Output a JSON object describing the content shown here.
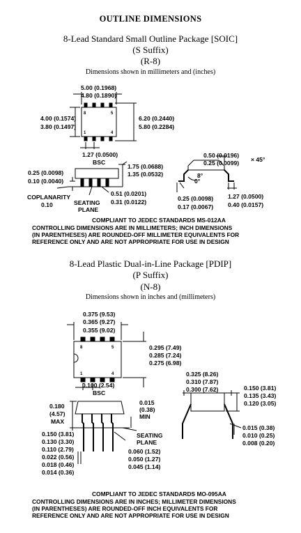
{
  "title": "OUTLINE DIMENSIONS",
  "soic": {
    "heading": "8-Lead Standard Small Outline Package [SOIC]",
    "suffix": "(S Suffix)",
    "code": "(R-8)",
    "units_note": "Dimensions shown in millimeters and (inches)",
    "dims": {
      "len_max": "5.00 (0.1968)",
      "len_min": "4.80 (0.1890)",
      "w_max": "4.00 (0.1574)",
      "w_min": "3.80 (0.1497)",
      "ow_max": "6.20 (0.2440)",
      "ow_min": "5.80 (0.2284)",
      "pitch": "1.27 (0.0500)",
      "bsc": "BSC",
      "ht_max": "1.75 (0.0688)",
      "ht_min": "1.35 (0.0532)",
      "st_max": "0.25 (0.0098)",
      "st_min": "0.10 (0.0040)",
      "coplanarity": "COPLANARITY",
      "coplanarity_val": "0.10",
      "seating1": "SEATING",
      "seating2": "PLANE",
      "lead_w_max": "0.51 (0.0201)",
      "lead_w_min": "0.31 (0.0122)",
      "chamf_max": "0.50 (0.0196)",
      "chamf_min": "0.25 (0.0099)",
      "chamf_angle": "× 45°",
      "ang_max": "8°",
      "ang_min": "0°",
      "lt_max": "0.25 (0.0098)",
      "lt_min": "0.17 (0.0067)",
      "foot_max": "1.27 (0.0500)",
      "foot_min": "0.40 (0.0157)",
      "pin8": "8",
      "pin5": "5",
      "pin1": "1",
      "pin4": "4"
    },
    "compliance": "COMPLIANT TO JEDEC STANDARDS MS-012AA",
    "note1": "CONTROLLING DIMENSIONS ARE IN MILLIMETERS; INCH DIMENSIONS",
    "note2": "(IN PARENTHESES) ARE ROUNDED-OFF MILLIMETER EQUIVALENTS FOR",
    "note3": "REFERENCE ONLY AND ARE NOT APPROPRIATE FOR USE IN DESIGN"
  },
  "pdip": {
    "heading": "8-Lead Plastic Dual-in-Line Package [PDIP]",
    "suffix": "(P Suffix)",
    "code": "(N-8)",
    "units_note": "Dimensions shown in inches and (millimeters)",
    "dims": {
      "len_max": "0.375 (9.53)",
      "len_nom": "0.365 (9.27)",
      "len_min": "0.355 (9.02)",
      "w_max": "0.295 (7.49)",
      "w_nom": "0.285 (7.24)",
      "w_min": "0.275 (6.98)",
      "pitch": "0.100 (2.54)",
      "bsc": "BSC",
      "h1": "0.180",
      "h2": "(4.57)",
      "h3": "MAX",
      "min_off": "0.015",
      "min_off_mm": "(0.38)",
      "min_word": "MIN",
      "seating1": "SEATING",
      "seating2": "PLANE",
      "tip_max": "0.150 (3.81)",
      "tip_nom": "0.130 (3.30)",
      "tip_min": "0.110 (2.79)",
      "lead_max": "0.022 (0.56)",
      "lead_nom": "0.018 (0.46)",
      "lead_min": "0.014 (0.36)",
      "shoulder_max": "0.060 (1.52)",
      "shoulder_nom": "0.050 (1.27)",
      "shoulder_min": "0.045 (1.14)",
      "row_max": "0.325 (8.26)",
      "row_nom": "0.310 (7.87)",
      "row_min": "0.300 (7.62)",
      "ht_max": "0.150 (3.81)",
      "ht_nom": "0.135 (3.43)",
      "ht_min": "0.120 (3.05)",
      "lt_max": "0.015 (0.38)",
      "lt_nom": "0.010 (0.25)",
      "lt_min": "0.008 (0.20)",
      "pin8": "8",
      "pin5": "5",
      "pin1": "1",
      "pin4": "4"
    },
    "compliance": "COMPLIANT TO JEDEC STANDARDS MO-095AA",
    "note1": "CONTROLLING DIMENSIONS ARE IN INCHES; MILLIMETER DIMENSIONS",
    "note2": "(IN PARENTHESES) ARE ROUNDED-OFF INCH EQUIVALENTS FOR",
    "note3": "REFERENCE ONLY AND ARE NOT APPROPRIATE FOR USE IN DESIGN"
  }
}
